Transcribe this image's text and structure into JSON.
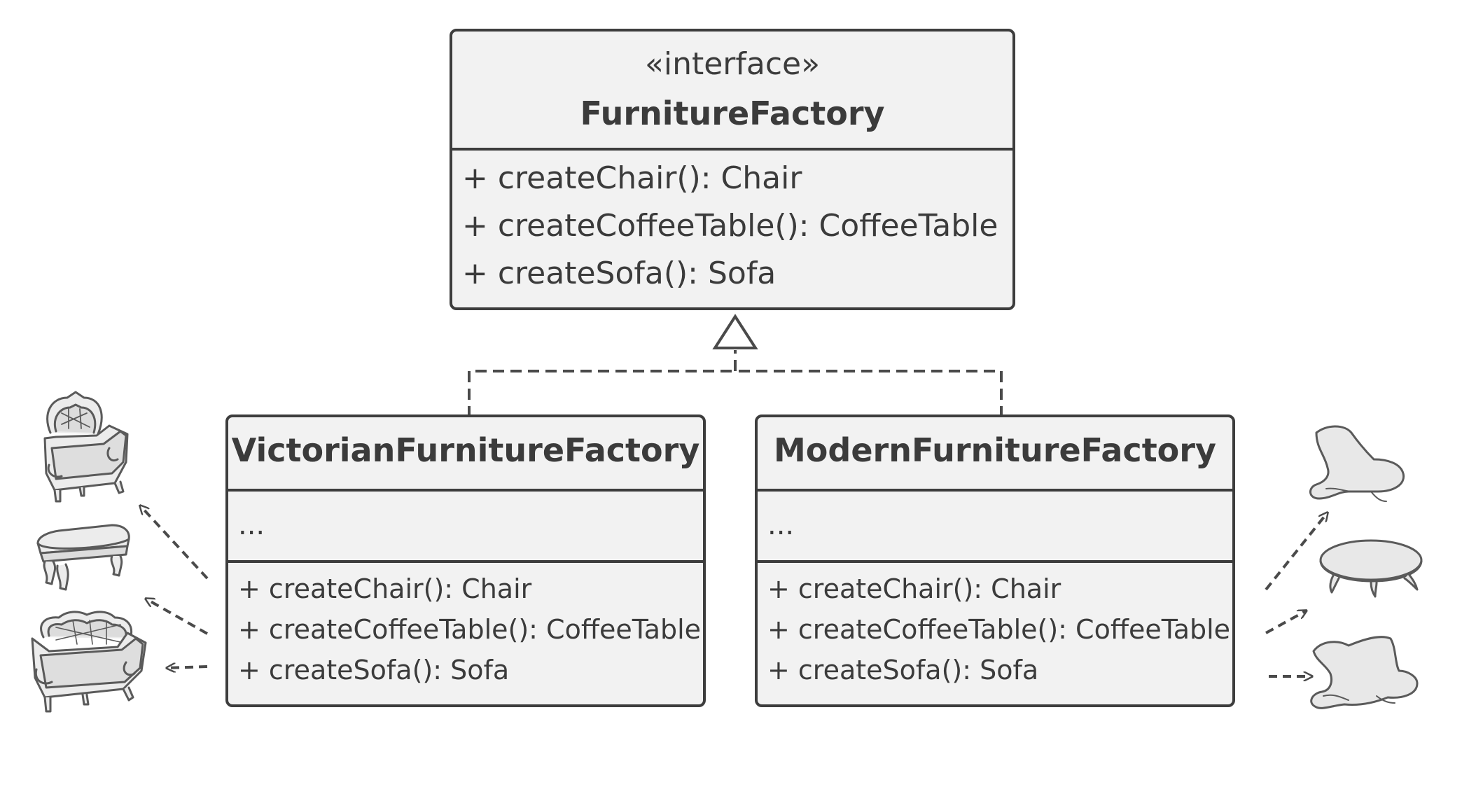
{
  "interface_class": {
    "stereotype": "«interface»",
    "name": "FurnitureFactory",
    "methods": [
      "+ createChair(): Chair",
      "+ createCoffeeTable(): CoffeeTable",
      "+ createSofa(): Sofa"
    ]
  },
  "victorian_class": {
    "name": "VictorianFurnitureFactory",
    "fields": "...",
    "methods": [
      "+ createChair(): Chair",
      "+ createCoffeeTable(): CoffeeTable",
      "+ createSofa(): Sofa"
    ]
  },
  "modern_class": {
    "name": "ModernFurnitureFactory",
    "fields": "...",
    "methods": [
      "+ createChair(): Chair",
      "+ createCoffeeTable(): CoffeeTable",
      "+ createSofa(): Sofa"
    ]
  },
  "relationships": [
    {
      "from": "VictorianFurnitureFactory",
      "to": "FurnitureFactory",
      "type": "realization"
    },
    {
      "from": "ModernFurnitureFactory",
      "to": "FurnitureFactory",
      "type": "realization"
    },
    {
      "from": "VictorianFurnitureFactory",
      "to": "victorian-chair",
      "type": "dependency"
    },
    {
      "from": "VictorianFurnitureFactory",
      "to": "victorian-coffee-table",
      "type": "dependency"
    },
    {
      "from": "VictorianFurnitureFactory",
      "to": "victorian-sofa",
      "type": "dependency"
    },
    {
      "from": "ModernFurnitureFactory",
      "to": "modern-chair",
      "type": "dependency"
    },
    {
      "from": "ModernFurnitureFactory",
      "to": "modern-coffee-table",
      "type": "dependency"
    },
    {
      "from": "ModernFurnitureFactory",
      "to": "modern-sofa",
      "type": "dependency"
    }
  ],
  "illustrations": [
    "victorian-chair-icon",
    "victorian-coffee-table-icon",
    "victorian-sofa-icon",
    "modern-chair-icon",
    "modern-coffee-table-icon",
    "modern-sofa-icon"
  ],
  "colors": {
    "box_fill": "#f2f2f2",
    "stroke": "#3d3d3d",
    "text": "#3b3b3b",
    "illustration_fill": "#e8e8e8"
  }
}
